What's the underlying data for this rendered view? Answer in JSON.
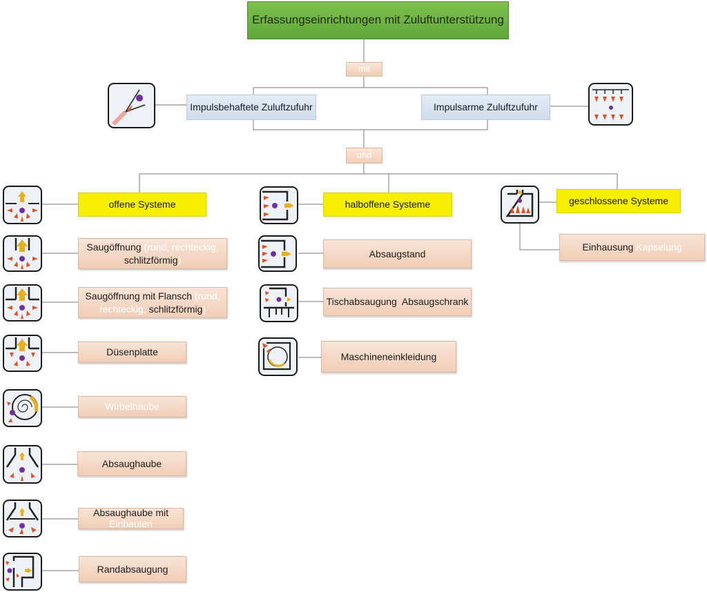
{
  "root": {
    "label": "Erfassungseinrichtungen mit Zuluftunterstützung"
  },
  "connectors": {
    "mit": "mit",
    "und": "und"
  },
  "supply": {
    "impulse": "Impulsbehaftete Zuluftzufuhr",
    "low_impulse": "Impulsarme Zuluftzufuhr"
  },
  "systems": {
    "open": "offene Systeme",
    "half_open": "halboffene Systeme",
    "closed": "geschlossene Systeme"
  },
  "open_items": [
    {
      "main": "Saugöffnung",
      "extra": " (rund, rechteckig,",
      "line2": "schlitzförmig",
      "line2_extra": ")"
    },
    {
      "main": "Saugöffnung mit Flansch",
      "extra": " (rund,",
      "line2_extra_pre": "rechteckig, ",
      "line2": "schlitzförmig",
      "line2_extra": ")"
    },
    {
      "label": "Düsenplatte"
    },
    {
      "label": "Wirbelhaube"
    },
    {
      "label": "Absaughaube"
    },
    {
      "main": "Absaughaube mit",
      "extra": "Einbauten"
    },
    {
      "label": "Randabsaugung"
    }
  ],
  "half_open_items": [
    {
      "label": "Absaugstand"
    },
    {
      "label": "Tischabsaugung  Absaugschrank"
    },
    {
      "label": "Maschineneinkleidung"
    }
  ],
  "closed_items": [
    {
      "main": "Einhausung",
      "extra": " Kapselung"
    }
  ],
  "colors": {
    "root_fill": "#6ab244",
    "connector_fill": "#f5d6c2",
    "supply_fill": "#d6e2ef",
    "system_fill": "#f6f000",
    "item_fill": "#f3d5c1",
    "arrow_orange": "#e8b020",
    "jet_red": "#d9532b",
    "dot_purple": "#7030a0"
  },
  "icons": [
    "hand-nozzle-icon",
    "shower-supply-icon",
    "open-system-icon",
    "half-open-system-icon",
    "closed-system-icon",
    "suction-opening-icon",
    "flanged-opening-icon",
    "nozzle-plate-icon",
    "vortex-hood-icon",
    "extraction-hood-icon",
    "hood-with-inserts-icon",
    "edge-extraction-icon",
    "extraction-booth-icon",
    "table-extraction-icon",
    "machine-enclosure-icon"
  ]
}
